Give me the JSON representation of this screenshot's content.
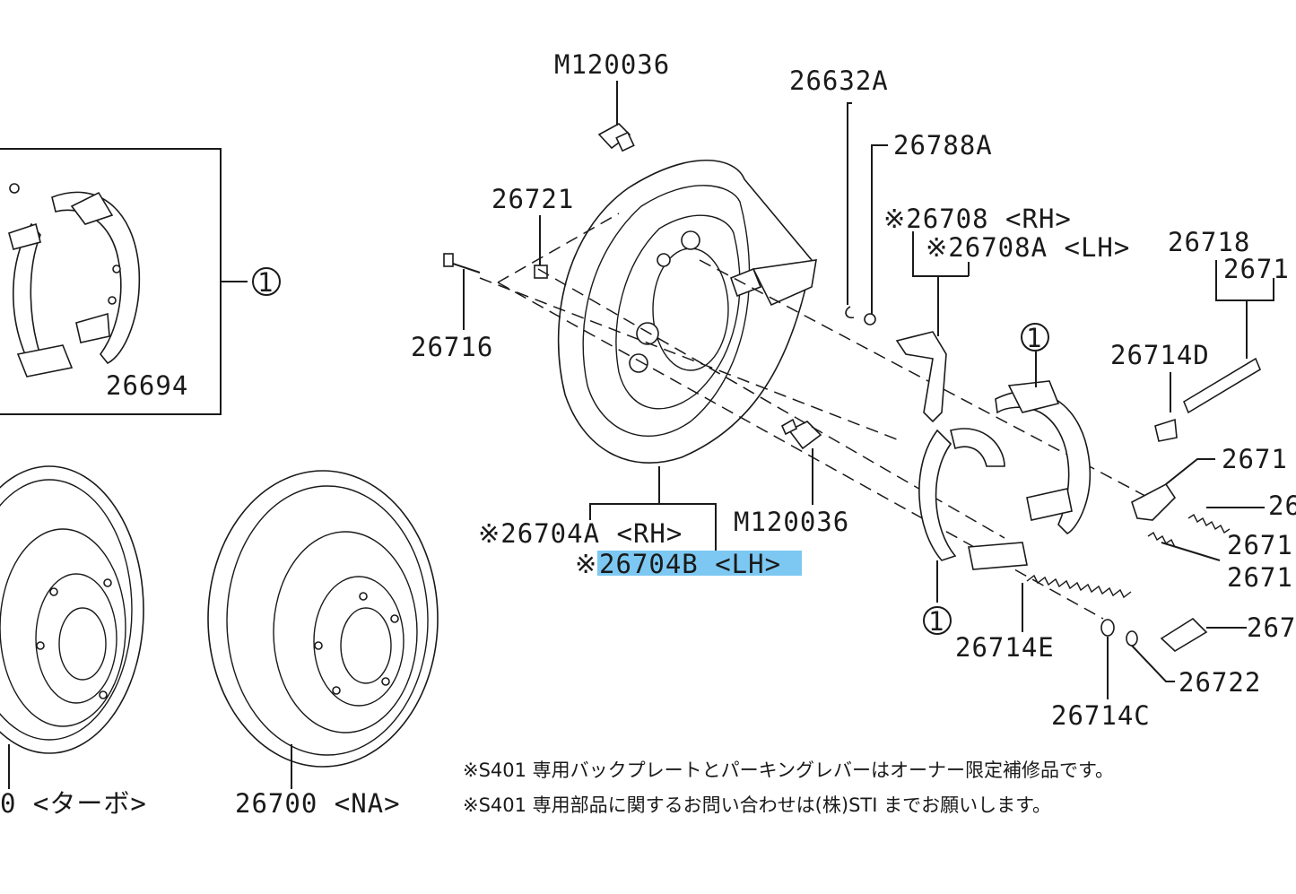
{
  "labels": {
    "m120036_top": "M120036",
    "p26632a": "26632A",
    "p26788a": "26788A",
    "p26721": "26721",
    "p26708_rh": "※26708  <RH>",
    "p26708a_lh": "※26708A <LH>",
    "p26718": "26718",
    "p2671_a": "2671",
    "p26716": "26716",
    "p26694": "26694",
    "p26714d": "26714D",
    "p2671_b": "2671",
    "p26_c": "26",
    "p2671_d": "2671",
    "p2671_e": "2671",
    "p26704a_rh": "※26704A <RH>",
    "p26704b_mark": "※",
    "p26704b_lh": "26704B <LH>",
    "m120036_bottom": "M120036",
    "p26714e": "26714E",
    "p267_f": "267",
    "p26722": "26722",
    "p26714c": "26714C",
    "p26700_turbo": "0 <ターボ>",
    "p26700_na": "26700 <NA>",
    "circle_one": "1"
  },
  "notes": [
    "※S401 専用バックプレートとパーキングレバーはオーナー限定補修品です。",
    "※S401 専用部品に関するお問い合わせは(株)STI までお願いします。"
  ],
  "colors": {
    "line": "#1a1a1a",
    "highlight": "#7cc8f2",
    "background": "#ffffff"
  }
}
